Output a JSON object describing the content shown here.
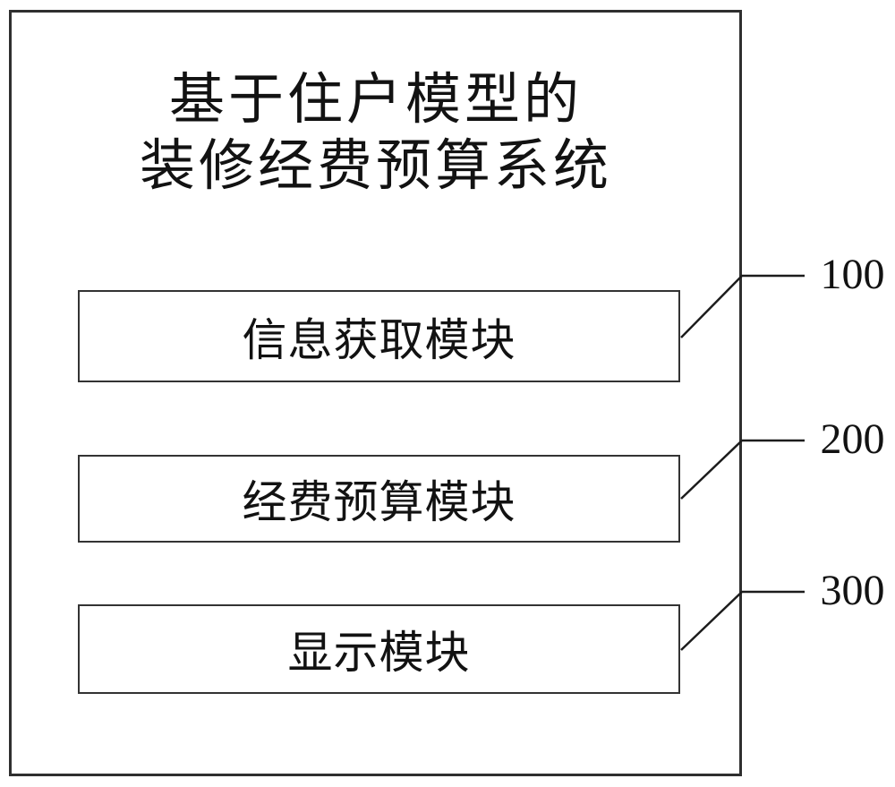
{
  "figure": {
    "title": {
      "line1": "基于住户模型的",
      "line2": "装修经费预算系统"
    },
    "modules": [
      {
        "label": "信息获取模块",
        "ref": "100"
      },
      {
        "label": "经费预算模块",
        "ref": "200"
      },
      {
        "label": "显示模块",
        "ref": "300"
      }
    ],
    "colors": {
      "ink": "#1c1c1c",
      "border": "#333333",
      "background": "#ffffff"
    }
  }
}
